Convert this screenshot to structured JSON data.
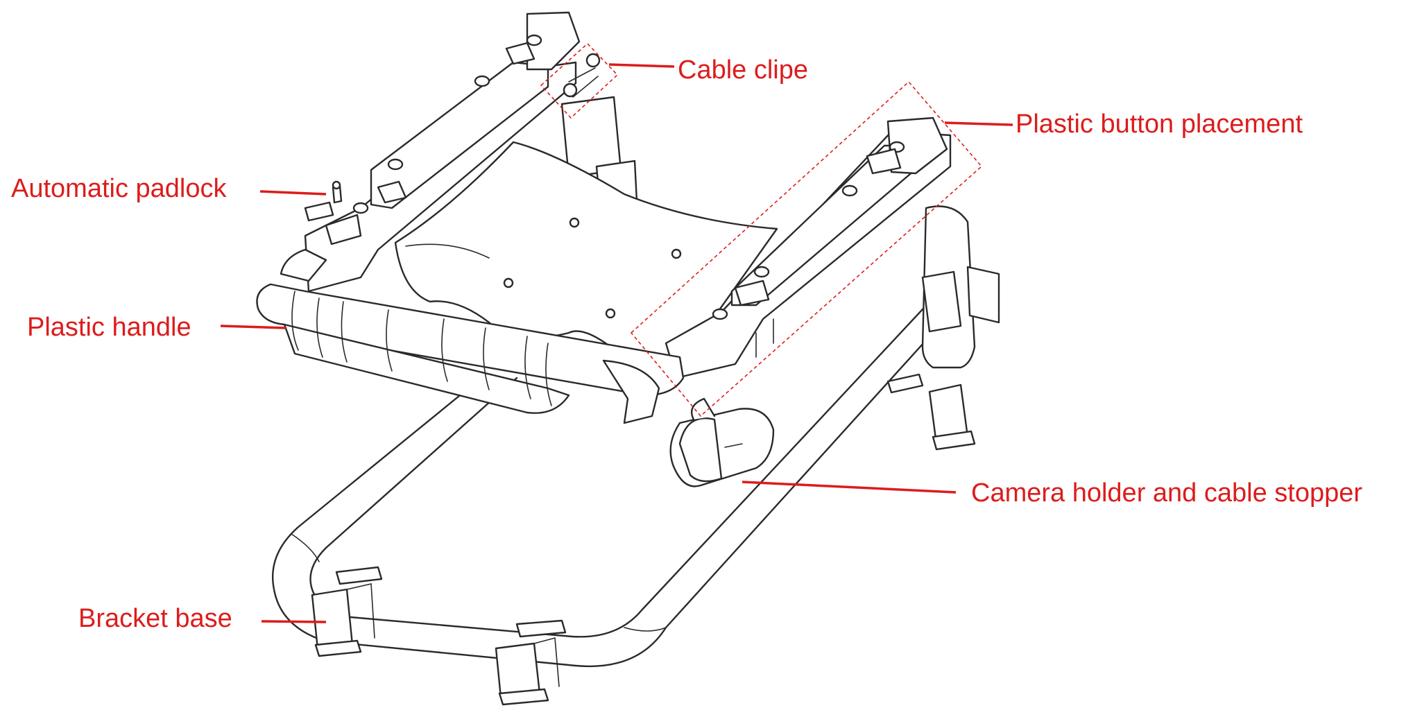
{
  "callouts": {
    "cable_clip": "Cable clipe",
    "plastic_button_placement": "Plastic button placement",
    "automatic_padlock": "Automatic padlock",
    "plastic_handle": "Plastic handle",
    "camera_holder_cable_stopper": "Camera holder and cable stopper",
    "bracket_base": "Bracket base"
  },
  "colors": {
    "annotation": "#dd1c1c",
    "drawing_line": "#2a2a2a",
    "background": "#ffffff"
  }
}
